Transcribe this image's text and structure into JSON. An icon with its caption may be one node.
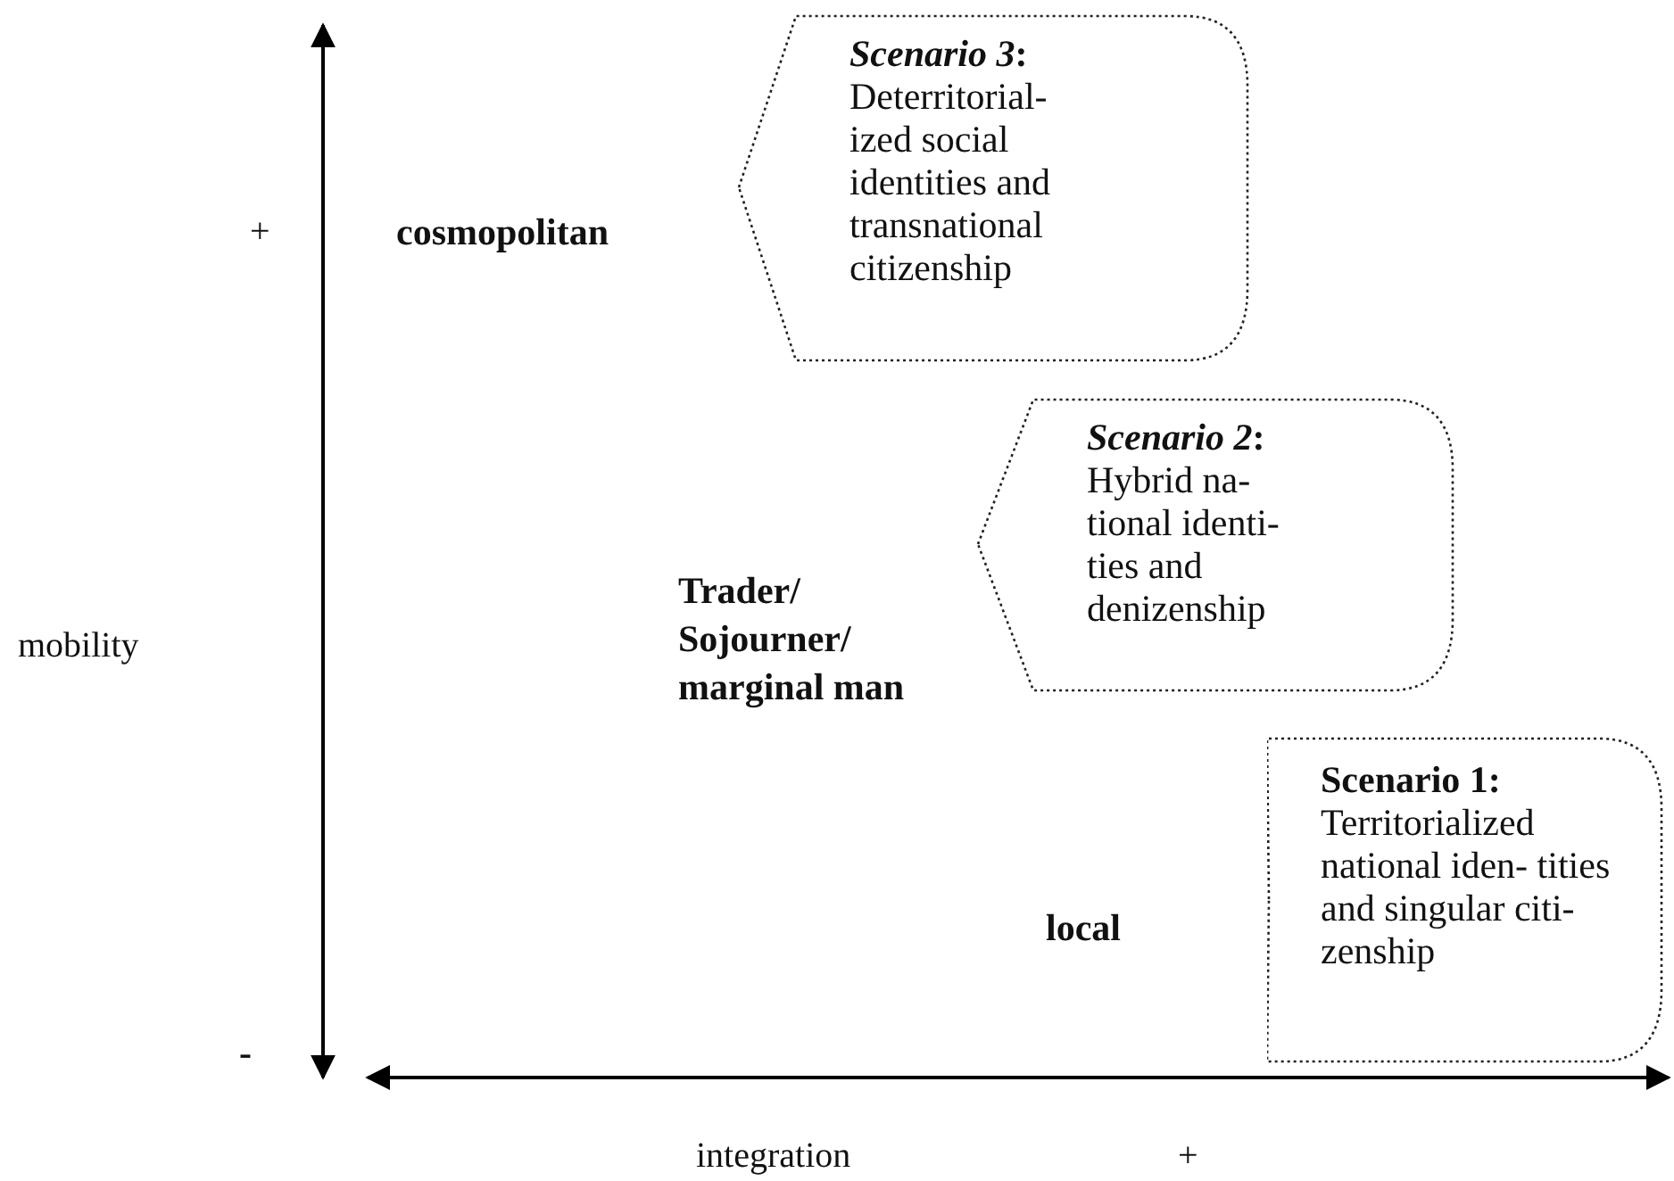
{
  "diagram": {
    "nodes": [
      {
        "text": [
          "*Scenario 3*:",
          "Deterritorial- ized social identities and transnational citizenship"
        ]
      },
      {
        "text": [
          "*Scenario 2*:",
          "Hybrid na- tional identi- ties and denizenship"
        ]
      },
      {
        "text": [
          "Scenario 1:",
          "Territorialized national iden- tities and singular citi- zenship"
        ]
      }
    ],
    "edges": [],
    "labels": [
      "+",
      "cosmopolitan",
      "Trader/ Sojourner/ marginal man",
      "mobility",
      "local",
      "-",
      "integration",
      "+"
    ]
  }
}
